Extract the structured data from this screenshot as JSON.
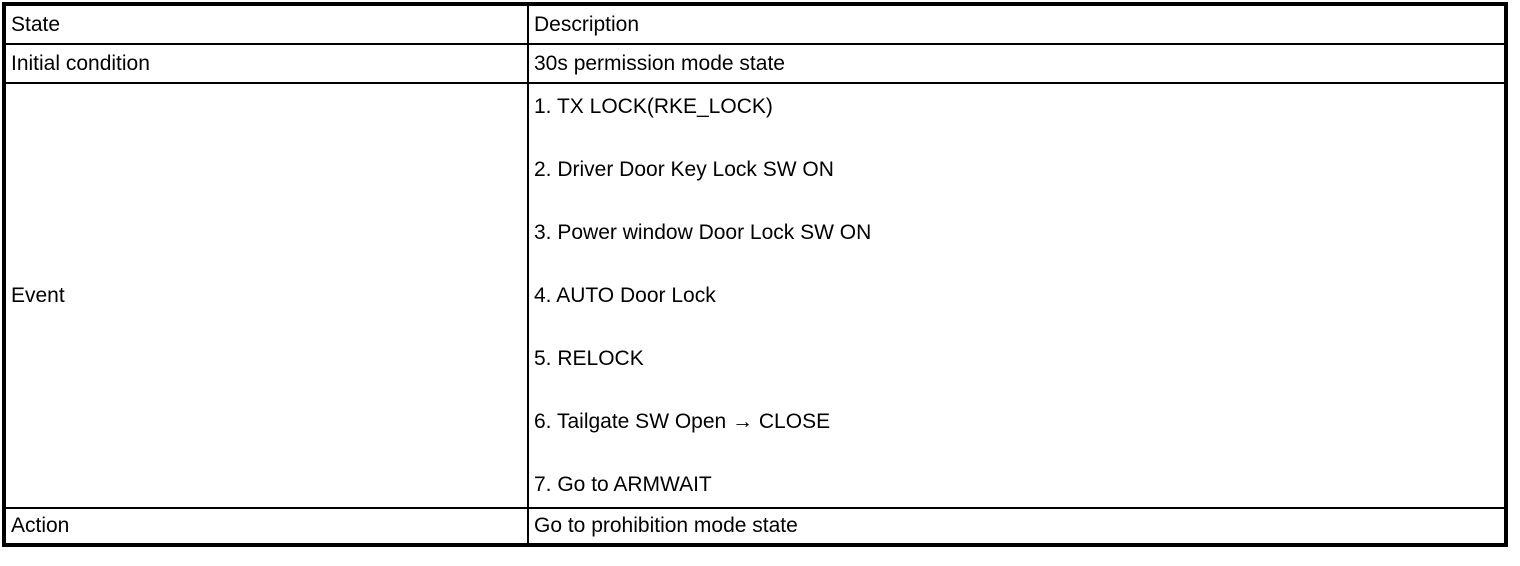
{
  "table": {
    "columns": [
      "State",
      "Description"
    ],
    "rows": [
      {
        "state": "Initial condition",
        "description": "30s permission mode state"
      },
      {
        "state": "Event",
        "items": [
          "1. TX LOCK(RKE_LOCK)",
          "2. Driver Door Key Lock SW ON",
          "3. Power window Door Lock SW ON",
          "4. AUTO Door Lock",
          "5. RELOCK",
          "6. Tailgate SW Open → CLOSE",
          "7. Go to ARMWAIT"
        ]
      },
      {
        "state": "Action",
        "description": "Go to prohibition mode state"
      }
    ],
    "colors": {
      "border": "#000000",
      "text": "#000000",
      "background": "#ffffff"
    }
  }
}
